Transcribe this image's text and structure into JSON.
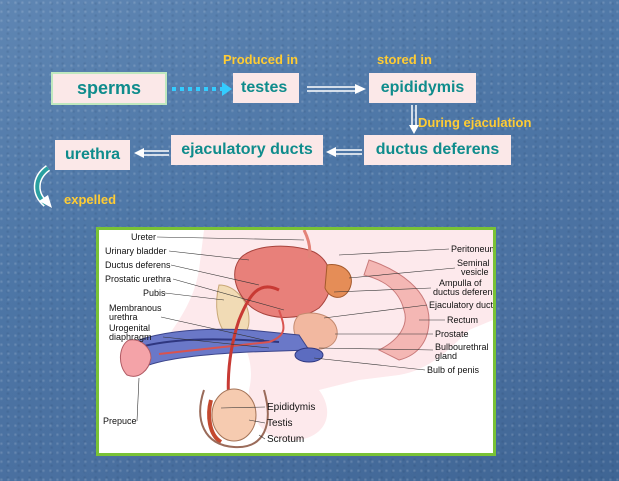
{
  "flow": {
    "sperms": "sperms",
    "testes": "testes",
    "epididymis": "epididymis",
    "ductus": "ductus deferens",
    "ejaculatory": "ejaculatory ducts",
    "urethra": "urethra",
    "produced_in": "Produced in",
    "stored_in": "stored in",
    "during": "During ejaculation",
    "expelled": "expelled"
  },
  "anatomy": {
    "left_labels": [
      "Ureter",
      "Urinary bladder",
      "Ductus deferens",
      "Prostatic urethra",
      "Pubis",
      "Membranous",
      "urethra",
      "Urogenital",
      "diaphragm",
      "Prepuce"
    ],
    "right_labels": [
      "Peritoneum",
      "Seminal",
      "vesicle",
      "Ampulla of",
      "ductus deferens",
      "Ejaculatory duct",
      "Rectum",
      "Prostate",
      "Bulbourethral",
      "gland",
      "Bulb of penis"
    ],
    "bottom_labels": [
      "Epididymis",
      "Testis",
      "Scrotum"
    ]
  },
  "colors": {
    "box_bg": "#fbe8e8",
    "box_text": "#0f8c8c",
    "label": "#ffcc33",
    "frame": "#79c236"
  }
}
